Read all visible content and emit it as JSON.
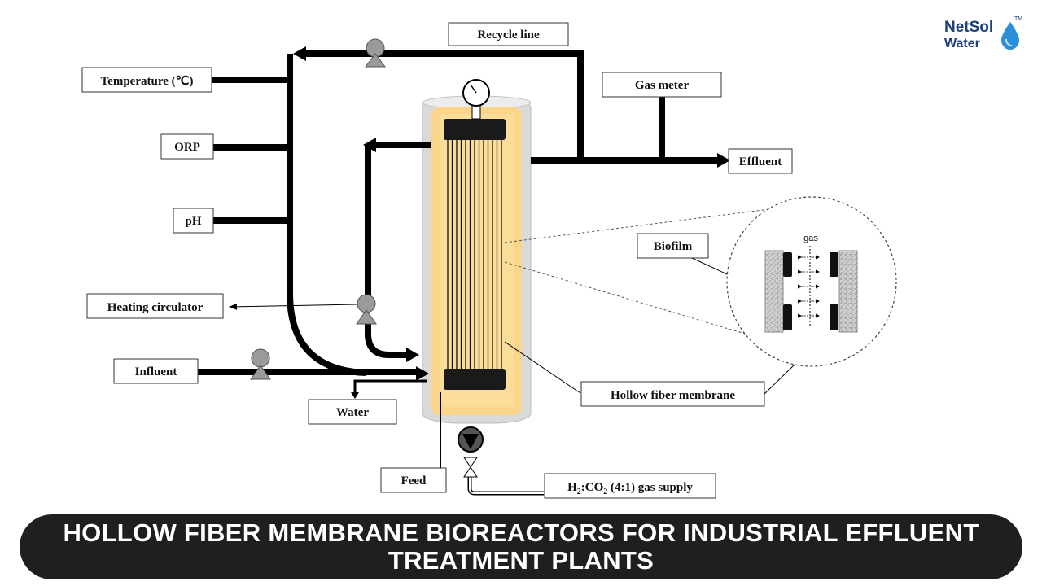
{
  "diagram": {
    "labels": {
      "recycle_line": "Recycle line",
      "temperature": "Temperature (℃)",
      "gas_meter": "Gas meter",
      "orp": "ORP",
      "effluent": "Effluent",
      "ph": "pH",
      "biofilm": "Biofilm",
      "gas": "gas",
      "heating_circulator": "Heating circulator",
      "influent": "Influent",
      "water": "Water",
      "hollow_fiber_membrane": "Hollow fiber membrane",
      "feed": "Feed",
      "gas_supply_h": "H",
      "gas_supply_sub1": "2",
      "gas_supply_co": ":CO",
      "gas_supply_sub2": "2",
      "gas_supply_rest": " (4:1) gas supply"
    }
  },
  "logo": {
    "line1": "NetSol",
    "line2": "Water",
    "tm": "TM"
  },
  "banner": {
    "title": "HOLLOW FIBER MEMBRANE BIOREACTORS FOR INDUSTRIAL EFFLUENT TREATMENT PLANTS"
  },
  "colors": {
    "reactor_fill": "#fbd58a",
    "outer_shell": "#d8d8d8",
    "banner_bg": "#1f1f1f",
    "logo_blue": "#1f3f7a"
  }
}
